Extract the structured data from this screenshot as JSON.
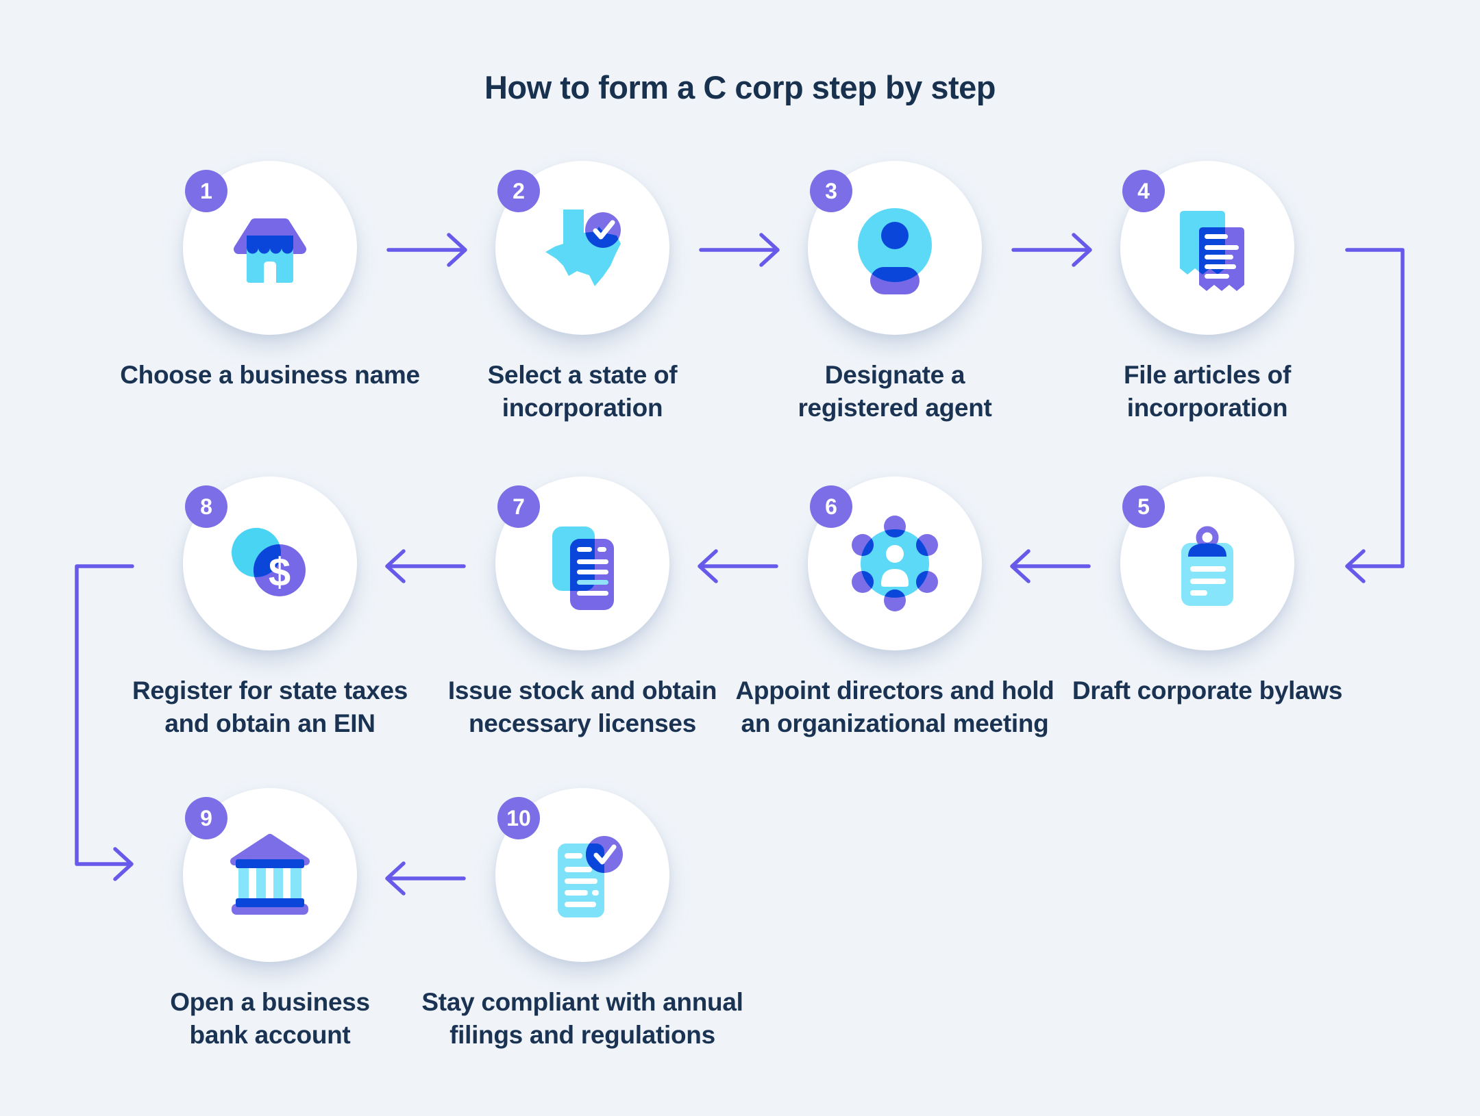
{
  "title": "How to form a C corp step by step",
  "colors": {
    "background": "#f0f4f9",
    "arrow_purple": "#6759e9",
    "badge_purple": "#7b6ee6",
    "icon_purple": "#7668e6",
    "icon_cyan": "#5cd9f6",
    "icon_cyan_light": "#86e5fb",
    "icon_dark_blue": "#0b46db",
    "circle_white": "#ffffff",
    "text_navy": "#1b3353"
  },
  "steps": [
    {
      "number": "1",
      "label": "Choose a business name",
      "icon": "storefront"
    },
    {
      "number": "2",
      "label": "Select a state of\nincorporation",
      "icon": "state-map-check"
    },
    {
      "number": "3",
      "label": "Designate a\nregistered agent",
      "icon": "person-avatar"
    },
    {
      "number": "4",
      "label": "File articles of\nincorporation",
      "icon": "receipt-documents"
    },
    {
      "number": "5",
      "label": "Draft corporate bylaws",
      "icon": "clipboard"
    },
    {
      "number": "6",
      "label": "Appoint directors and hold\nan organizational meeting",
      "icon": "board-of-directors"
    },
    {
      "number": "7",
      "label": "Issue stock and obtain\nnecessary licenses",
      "icon": "stacked-documents"
    },
    {
      "number": "8",
      "label": "Register for state taxes\nand obtain an EIN",
      "icon": "dollar-coins"
    },
    {
      "number": "9",
      "label": "Open a business\nbank account",
      "icon": "bank-building"
    },
    {
      "number": "10",
      "label": "Stay compliant with annual\nfilings and regulations",
      "icon": "document-checkmark"
    }
  ]
}
